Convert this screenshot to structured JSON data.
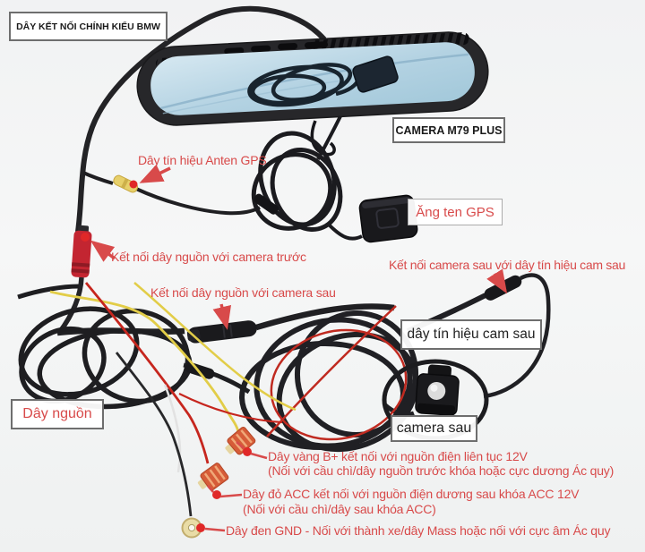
{
  "labels": {
    "main_title": "DÂY KẾT NỐI CHÍNH KIỂU BMW",
    "camera_model": "CAMERA M79 PLUS",
    "gps_antenna": "Ăng ten GPS",
    "rear_signal_cable": "dây tín hiệu cam sau",
    "rear_camera": "camera sau",
    "power_cable": "Dây nguồn"
  },
  "annotations": {
    "gps_signal_wire": "Dây tín hiệu Anten GPS",
    "front_camera_power": "Kết nối dây nguồn với camera trước",
    "rear_camera_power": "Kết nối dây nguồn với camera sau",
    "rear_camera_signal": "Kết nối camera sau với dây tín hiệu cam sau",
    "yellow_wire_line1": "Dây vàng B+ kết nối với nguồn điện liên tục 12V",
    "yellow_wire_line2": "(Nối với cầu chì/dây nguồn trước khóa hoặc cực dương Ác quy)",
    "red_wire_line1": "Dây đỏ ACC kết nối với nguồn điện dương sau khóa ACC 12V",
    "red_wire_line2": "(Nối với cầu chì/dây sau khóa ACC)",
    "black_wire_line": "Dây đen GND - Nối với thành xe/dây Mass hoặc nối với cực âm Ác quy"
  },
  "colors": {
    "annotation_red": "#d84a4a",
    "wire_yellow": "#e2cd48",
    "wire_red": "#c6261e",
    "wire_black": "#222222",
    "mirror_glass_blue": "#aecfe0",
    "fuse_tap_orange": "#d65c38"
  }
}
